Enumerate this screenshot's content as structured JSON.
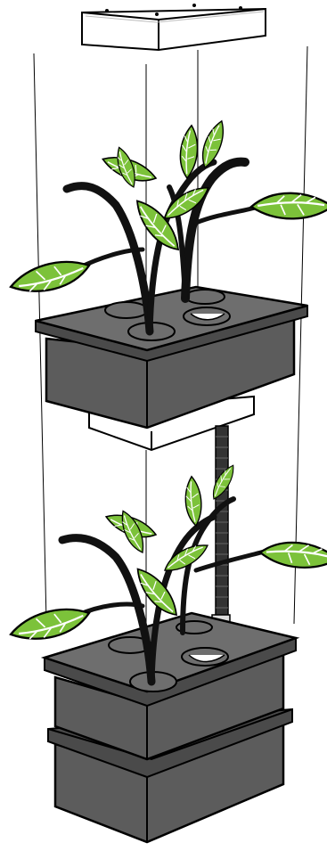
{
  "illustration": {
    "subject": "",
    "colors": {
      "outline": "#000000",
      "tub_side": "#5c5c5c",
      "tub_side_dark": "#4a4a4a",
      "tub_top": "#6e6e6e",
      "lid_white": "#ffffff",
      "lid_shadow": "#d8d8d8",
      "leaf": "#7cc23a",
      "leaf_vein": "#ffffff",
      "stem": "#111111",
      "tube": "#333333",
      "background": "#ffffff"
    },
    "icons": [
      "hanging-wire",
      "top-cap",
      "upper-tub",
      "lower-tub",
      "plant",
      "drain-tube"
    ]
  }
}
